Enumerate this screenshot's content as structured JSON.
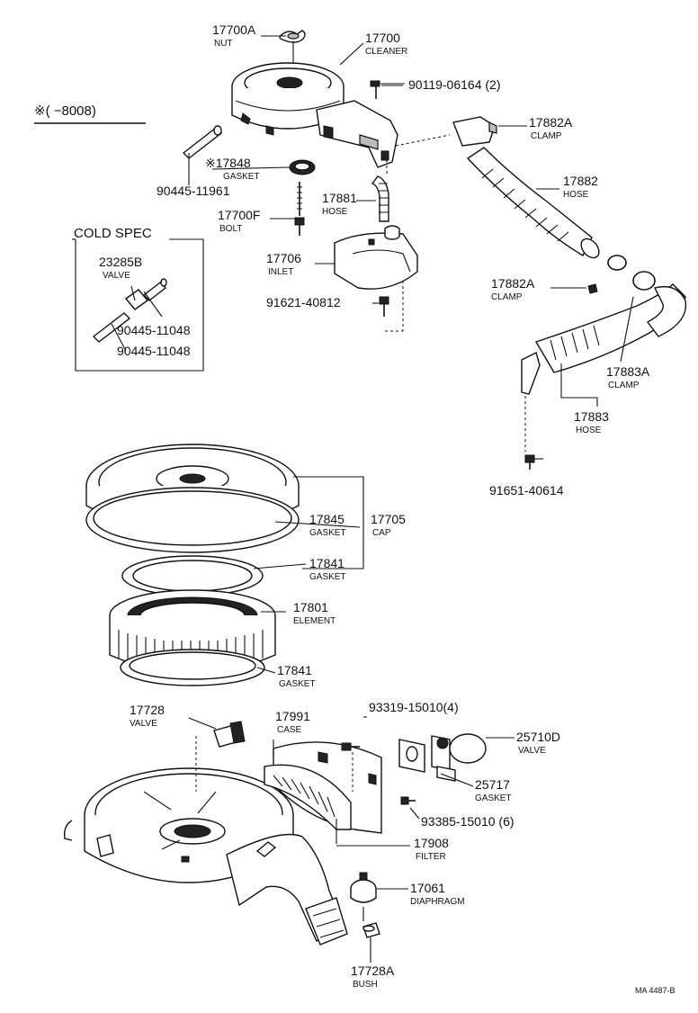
{
  "header": {
    "note": "※(     −8008)"
  },
  "cold_spec": {
    "title": "COLD SPEC",
    "valve_number": "23285B",
    "valve_name": "VALVE",
    "pipe1_number": "90445-11048",
    "pipe2_number": "90445-11048"
  },
  "parts": {
    "nut": {
      "number": "17700A",
      "name": "NUT"
    },
    "cleaner": {
      "number": "17700",
      "name": "CLEANER"
    },
    "bolt_top": {
      "number": "90119-06164 (2)"
    },
    "pipe": {
      "number": "90445-11961"
    },
    "gasket_17848": {
      "number": "※17848",
      "name": "GASKET"
    },
    "bolt": {
      "number": "17700F",
      "name": "BOLT"
    },
    "hose_17881": {
      "number": "17881",
      "name": "HOSE"
    },
    "inlet": {
      "number": "17706",
      "name": "INLET"
    },
    "bolt_inlet": {
      "number": "91621-40812"
    },
    "clamp_a1": {
      "number": "17882A",
      "name": "CLAMP"
    },
    "hose_17882": {
      "number": "17882",
      "name": "HOSE"
    },
    "clamp_a2": {
      "number": "17882A",
      "name": "CLAMP"
    },
    "clamp_17883a": {
      "number": "17883A",
      "name": "CLAMP"
    },
    "hose_17883": {
      "number": "17883",
      "name": "HOSE"
    },
    "bolt_hose": {
      "number": "91651-40614"
    },
    "gasket_17845": {
      "number": "17845",
      "name": "GASKET"
    },
    "cap": {
      "number": "17705",
      "name": "CAP"
    },
    "gasket_17841a": {
      "number": "17841",
      "name": "GASKET"
    },
    "element": {
      "number": "17801",
      "name": "ELEMENT"
    },
    "gasket_17841b": {
      "number": "17841",
      "name": "GASKET"
    },
    "valve_17728": {
      "number": "17728",
      "name": "VALVE"
    },
    "case": {
      "number": "17991",
      "name": "CASE"
    },
    "screw_93319": {
      "number": "93319-15010(4)"
    },
    "valve_25710d": {
      "number": "25710D",
      "name": "VALVE"
    },
    "gasket_25717": {
      "number": "25717",
      "name": "GASKET"
    },
    "screw_93385": {
      "number": "93385-15010 (6)"
    },
    "filter": {
      "number": "17908",
      "name": "FILTER"
    },
    "diaphragm": {
      "number": "17061",
      "name": "DIAPHRAGM"
    },
    "bush": {
      "number": "17728A",
      "name": "BUSH"
    }
  },
  "footer": {
    "ref": "MA 4487-B"
  }
}
